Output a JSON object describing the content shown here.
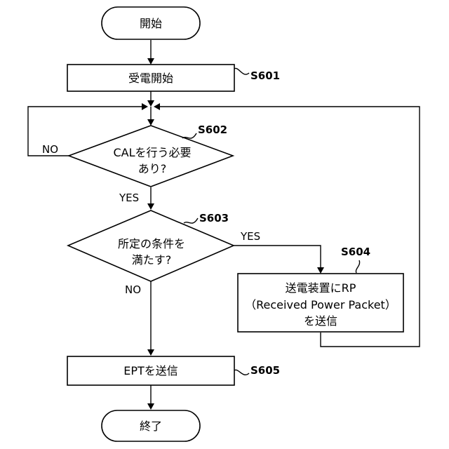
{
  "flowchart": {
    "start": "開始",
    "end": "終了",
    "s601": {
      "step": "S601",
      "label": "受電開始"
    },
    "s602": {
      "step": "S602",
      "line1": "CALを行う必要",
      "line2": "あり?"
    },
    "s603": {
      "step": "S603",
      "line1": "所定の条件を",
      "line2": "満たす?"
    },
    "s604": {
      "step": "S604",
      "line1": "送電装置にRP",
      "line2": "（Received Power Packet）",
      "line3": "を送信"
    },
    "s605": {
      "step": "S605",
      "label": "EPTを送信"
    },
    "edges": {
      "s602_no": "NO",
      "s602_yes": "YES",
      "s603_yes": "YES",
      "s603_no": "NO"
    }
  }
}
